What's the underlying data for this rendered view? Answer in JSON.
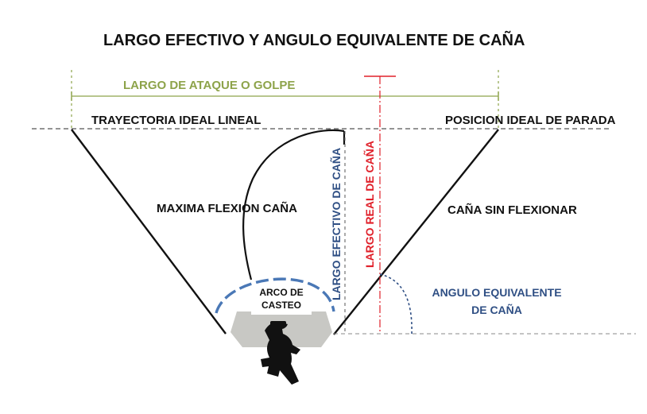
{
  "title": "LARGO EFECTIVO Y ANGULO EQUIVALENTE DE CAÑA",
  "labels": {
    "attack_length": "LARGO DE ATAQUE O GOLPE",
    "ideal_trajectory": "TRAYECTORIA IDEAL LINEAL",
    "ideal_stop": "POSICION IDEAL DE PARADA",
    "max_flex": "MAXIMA FLEXION CAÑA",
    "unflexed": "CAÑA SIN FLEXIONAR",
    "effective_length": "LARGO EFECTIVO DE CAÑA",
    "real_length": "LARGO REAL DE CAÑA",
    "arc_line1": "ARCO DE",
    "arc_line2": "CASTEO",
    "angle_line1": "ANGULO EQUIVALENTE",
    "angle_line2": "DE CAÑA"
  },
  "colors": {
    "title": "#111111",
    "line": "#111111",
    "green": "#8da34a",
    "red": "#e0202a",
    "blue": "#2f4f84",
    "arc_blue": "#4a78b6",
    "dashed_gray": "#8a8a8a",
    "base_gray": "#c8c8c4"
  },
  "icons": {
    "figure": "angler-silhouette-icon"
  }
}
